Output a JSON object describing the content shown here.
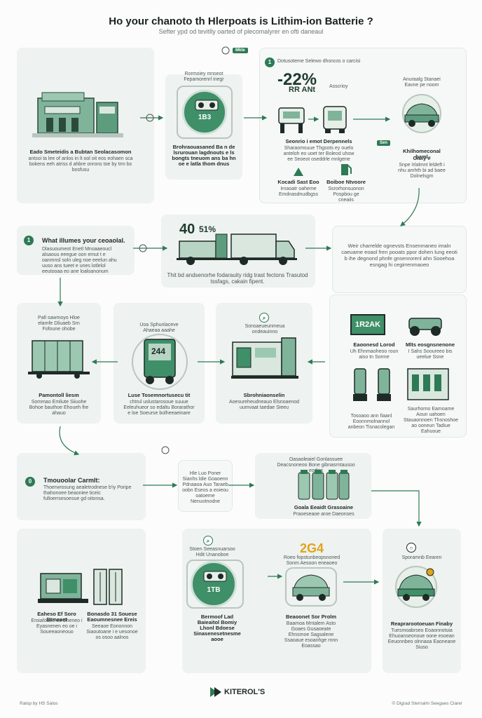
{
  "header": {
    "title": "Ho your chanoto th Hlerpoats is Lithim-ion Batterie ?",
    "subtitle": "Sefter ypd od tevitlly oarted of plecomalyrer en ofti daneaul"
  },
  "top_tag": "Mkte",
  "row1": {
    "factory_caption": "Eado Smeteidis a Bubtan Seolacasomon",
    "factory_desc": "antsoi ta lee of anlos in lt ool oit eos eohaen sca bokens eeh atriss d ahbre onrons toe by trm bs bosfusu",
    "station_top": "Rormoiey mnseot Fepamorenrl inegr",
    "station_num": "1B3",
    "station_caption": "Brohraouasaned Ba n de lsrurouan lagdnouts e ls bongts tneuom ans ba hn oe e latla thom dnus",
    "pct_header": "Dotusoteme Selewo dhsncos o carcisi",
    "pct": "-22%",
    "pct_sub": "RR ANt",
    "pct_note": "Asscrioy",
    "mid_caption": "Seonrio i emot Derpennels",
    "mid_desc": "Sharaomsuue Thgsots ey ouelo anteloh eo uoet ter Boleod uhow ee Seoeot oseddrle mnlgene",
    "warn_caption": "Kocadi Sast Eoo",
    "warn_desc": "Irnaoatr oaheme Emdnasdnudbgss",
    "pump_caption": "Boiboe Ntvoore",
    "pump_desc": "Ssrorhonsuonon Pospbou ge cneaiis",
    "car_top": "Anuraalg Stanaei Eavne pe noom",
    "car_caption": "Khilhomeconal baml",
    "car_caption2": "Giuiy #",
    "car_desc": "Snpe Irlalmnt leldeft i nhu amhth bi ad baee Dolnelsgm",
    "car_tag": "Sen"
  },
  "row2": {
    "heading": "What illumes your ceoaolal.",
    "desc": "Dlasuoumeot Enetl Mnoaaeoucl alsaouu eeegue oon emut t e oanmnsl soln uleg noe eeelun ahu uuso ans tueet e unes lotlelol eeutooaa eo ane loaloanonum",
    "truck_num": "40",
    "truck_pct": "51%",
    "truck_caption": "Thit bd andsenorhe fodarauity ridg trast fectons Trasutod tssfags, cakain fipent.",
    "right_text": "Weir charrelde ognevsts Ensenmaneo imaln caeuame eoaol fren pooats ppor dohen lung eeoti b ihe degnond phnfe gnsenrorenl ahn Sooehoa esngag hi cegirrenmaoeo"
  },
  "row3": {
    "c1_top": "Pafi sawmoyo Hloe elamfe Dliuaeb Srn Fofoune ohobe",
    "c1_caption": "Pamontoll liesm",
    "c1_desc": "Sommao Emliute Siiuohe Bohoe bauthoe Ehoueh lhe ahauo",
    "c2_top": "Uoa Sphunlaceve Ahaeaa aaahe",
    "c2_num": "244",
    "c2_caption": "Luse Tosemnortusecu tit",
    "c2_desc": "chtrul uslustarosoue suuue Eeleuhueor so edaltu Borarathor e loe Soeurse bolheeaeinare",
    "c3_top": "Sonsaeueunmeua ondeauinno",
    "c3_caption": "Sbrohniaonselin",
    "c3_desc": "Aoesureheudneauo Elsnoaenod uumvaat taedae Sieeu",
    "sign": "1R2AK",
    "r1_caption": "Eaoonesd Lorod",
    "r1_desc": "Uh Ehnmaoheoo roun aiso tn Sorme",
    "r2_caption": "Mlts eosgnsnenone",
    "r2_desc": "I Sahs Sooureeo bis ueelue Ssne",
    "r3_desc": "Tosoaoo ann fiaanl Eoonnmolnannol anbeon Tisnacolegan",
    "r4_desc": "Saurhorno Eamoame Aoun uahoen Stauaonnoen Thsnoshoe ao ooneun Tadiue Eahuoue"
  },
  "row4": {
    "heading": "Tmouoolar Carmlt:",
    "desc": "Thoerwrosung aealetrodnese b'iy Poripe thahonoee beaoniee ticeic fulloerrsesoesue gd oitonsa.",
    "small_box": "Hle Luo Poner Sianhs ldie Goaoenn Pdnaaoa Auo Taraeb oobn Eseos a eoieou oatoeme Nenuotnodne",
    "top_right": "Oasaoleaiel Gonlassuee Deacsnoneoo Bone gibnasrntausoo eodiss",
    "bottles_caption": "Goala Eeaidt Grasoaine",
    "bottles_desc": "Praoeseaoe aroe Daeonses"
  },
  "row5": {
    "m1_caption": "Eaheso Ef Soro Btmeaet",
    "m1_desc": "Eroiafoaee ee Sheneo i Eyasnenen eo oe i Soueeaoneouo",
    "m2_caption": "Bonasdo 31 Souese Eaoumnesnee Ereis",
    "m2_desc": "Seeaoe Eononnon Siaoutoane i e uesonoe os osoo aalnos",
    "c_top": "Stoen Seeasnuarsoo Hdit Unanoboe",
    "c_num": "1TB",
    "c_caption": "Bermoof Lad Baieaitol Bomiy Lhonl Bdoese Sinasenesetnesme aooe",
    "orange_num": "2G4",
    "o_top": "Roeo fopstunbeopsnoned Sonm Aesoon eneaoeo",
    "o_caption": "Beaoonet Sor Prolm",
    "o_desc": "Baamoa Mntalem Asto Goaes Gusaoeate Ehnsmoe Sagsalene Ssaoaue esoanhge rnnn Eoassao",
    "car_top": "Sporamnb Eearen",
    "car_caption": "Reaprarootoeuan Finaby",
    "car_desc": "Tuesmoabrseo Eoaonnotuia Ehuoanseonoue oone esoean Eeuonnbeo olnnaoa Eaoneane Siuso"
  },
  "footer": {
    "left": "Ralop by HS Salos",
    "brand": "KITEROL'S",
    "right": "© Digrad Sternalm Seegaes Clarer"
  },
  "colors": {
    "primary": "#2e7a55",
    "accent": "#e0a41a",
    "panel": "#eef2f0"
  }
}
